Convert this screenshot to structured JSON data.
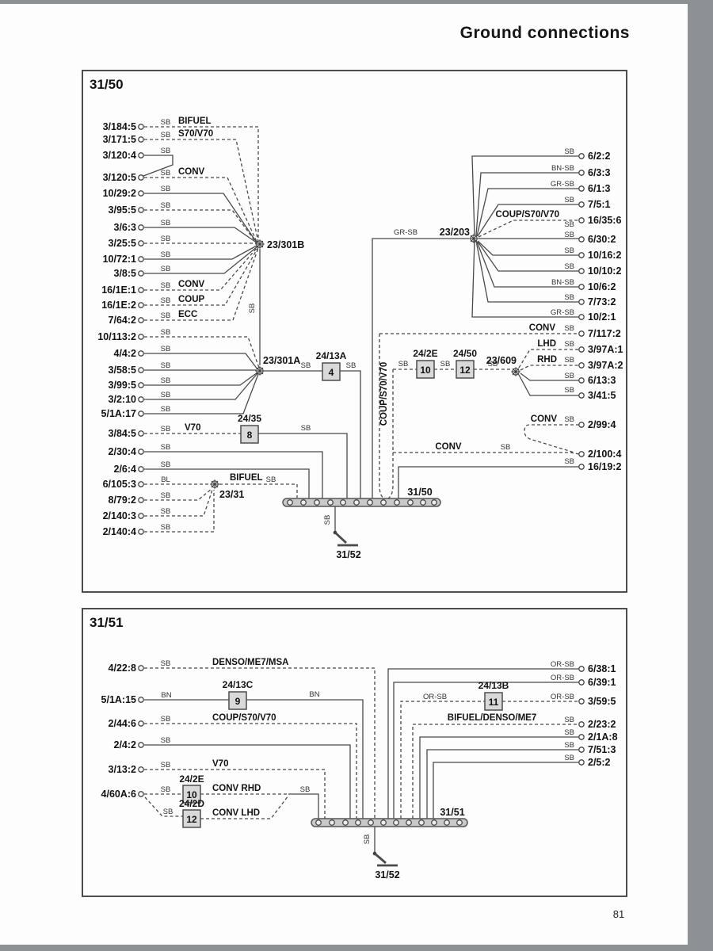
{
  "page": {
    "title": "Ground connections",
    "page_number": "81"
  },
  "box1": {
    "labels": {
      "title": "31/50",
      "bus": "31/50",
      "ground": "31/52",
      "sb": "SB",
      "grsb": "GR-SB",
      "bifuel": "BIFUEL",
      "coup_vert": "COUP/S70/V70"
    },
    "nodes": {
      "b": "23/301B",
      "a": "23/301A",
      "g": "23/31",
      "h": "23/203",
      "i": "23/609"
    },
    "conn": {
      "a": {
        "label": "24/13A",
        "pin": "4"
      },
      "b": {
        "label": "24/35",
        "pin": "8"
      },
      "c": {
        "label": "24/2E",
        "pin": "10"
      },
      "d": {
        "label": "24/50",
        "pin": "12"
      }
    },
    "left": [
      {
        "id": "3/184:5",
        "color": "SB",
        "variant": "BIFUEL"
      },
      {
        "id": "3/171:5",
        "color": "SB",
        "variant": "S70/V70"
      },
      {
        "id": "3/120:4",
        "color": "SB"
      },
      {
        "id": "3/120:5",
        "color": "SB",
        "variant": "CONV"
      },
      {
        "id": "10/29:2",
        "color": "SB"
      },
      {
        "id": "3/95:5",
        "color": "SB"
      },
      {
        "id": "3/6:3",
        "color": "SB"
      },
      {
        "id": "3/25:5",
        "color": "SB"
      },
      {
        "id": "10/72:1",
        "color": "SB"
      },
      {
        "id": "3/8:5",
        "color": "SB"
      },
      {
        "id": "16/1E:1",
        "color": "SB",
        "variant": "CONV"
      },
      {
        "id": "16/1E:2",
        "color": "SB",
        "variant": "COUP"
      },
      {
        "id": "7/64:2",
        "color": "SB",
        "variant": "ECC"
      },
      {
        "id": "10/113:2",
        "color": "SB"
      },
      {
        "id": "4/4:2",
        "color": "SB"
      },
      {
        "id": "3/58:5",
        "color": "SB"
      },
      {
        "id": "3/99:5",
        "color": "SB"
      },
      {
        "id": "3/2:10",
        "color": "SB"
      },
      {
        "id": "5/1A:17",
        "color": "SB"
      },
      {
        "id": "3/84:5",
        "color": "SB",
        "variant": "V70"
      },
      {
        "id": "2/30:4",
        "color": "SB"
      },
      {
        "id": "2/6:4",
        "color": "SB"
      },
      {
        "id": "6/105:3",
        "color": "BL"
      },
      {
        "id": "8/79:2",
        "color": "SB"
      },
      {
        "id": "2/140:3",
        "color": "SB"
      },
      {
        "id": "2/140:4",
        "color": "SB"
      }
    ],
    "right": [
      {
        "id": "6/2:2",
        "color": "SB"
      },
      {
        "id": "6/3:3",
        "color": "BN-SB"
      },
      {
        "id": "6/1:3",
        "color": "GR-SB"
      },
      {
        "id": "7/5:1",
        "color": "SB"
      },
      {
        "id": "16/35:6",
        "color": "SB",
        "variant": "COUP/S70/V70"
      },
      {
        "id": "6/30:2",
        "color": "SB"
      },
      {
        "id": "10/16:2",
        "color": "SB"
      },
      {
        "id": "10/10:2",
        "color": "SB"
      },
      {
        "id": "10/6:2",
        "color": "BN-SB"
      },
      {
        "id": "7/73:2",
        "color": "SB"
      },
      {
        "id": "10/2:1",
        "color": "GR-SB"
      },
      {
        "id": "7/117:2",
        "color": "SB",
        "variant": "CONV"
      },
      {
        "id": "3/97A:1",
        "color": "SB",
        "variant": "LHD"
      },
      {
        "id": "3/97A:2",
        "color": "SB",
        "variant": "RHD"
      },
      {
        "id": "6/13:3",
        "color": "SB"
      },
      {
        "id": "3/41:5",
        "color": "SB"
      },
      {
        "id": "2/99:4",
        "color": "SB",
        "variant": "CONV"
      },
      {
        "id": "2/100:4",
        "color": "SB",
        "variant": "CONV"
      },
      {
        "id": "16/19:2",
        "color": "SB"
      }
    ]
  },
  "box2": {
    "labels": {
      "title": "31/51",
      "bus": "31/51",
      "ground": "31/52",
      "sb": "SB"
    },
    "conn": {
      "a": {
        "label": "24/13C",
        "pin": "9"
      },
      "b": {
        "label": "24/2E",
        "pin": "10"
      },
      "c": {
        "label": "24/2D",
        "pin": "12"
      },
      "d": {
        "label": "24/13B",
        "pin": "11"
      }
    },
    "left": [
      {
        "id": "4/22:8",
        "color": "SB",
        "variant": "DENSO/ME7/MSA"
      },
      {
        "id": "5/1A:15",
        "color": "BN"
      },
      {
        "id": "2/44:6",
        "color": "SB",
        "variant": "COUP/S70/V70"
      },
      {
        "id": "2/4:2",
        "color": "SB"
      },
      {
        "id": "3/13:2",
        "color": "SB",
        "variant": "V70"
      },
      {
        "id": "4/60A:6",
        "color": "SB",
        "variant": "CONV RHD"
      },
      {
        "color": "SB",
        "variant": "CONV LHD"
      }
    ],
    "right": [
      {
        "id": "6/38:1",
        "color": "OR-SB"
      },
      {
        "id": "6/39:1",
        "color": "OR-SB"
      },
      {
        "id": "3/59:5",
        "color": "OR-SB"
      },
      {
        "id": "2/23:2",
        "color": "SB",
        "variant": "BIFUEL/DENSO/ME7"
      },
      {
        "id": "2/1A:8",
        "color": "SB"
      },
      {
        "id": "7/51:3",
        "color": "SB"
      },
      {
        "id": "2/5:2",
        "color": "SB"
      }
    ]
  }
}
